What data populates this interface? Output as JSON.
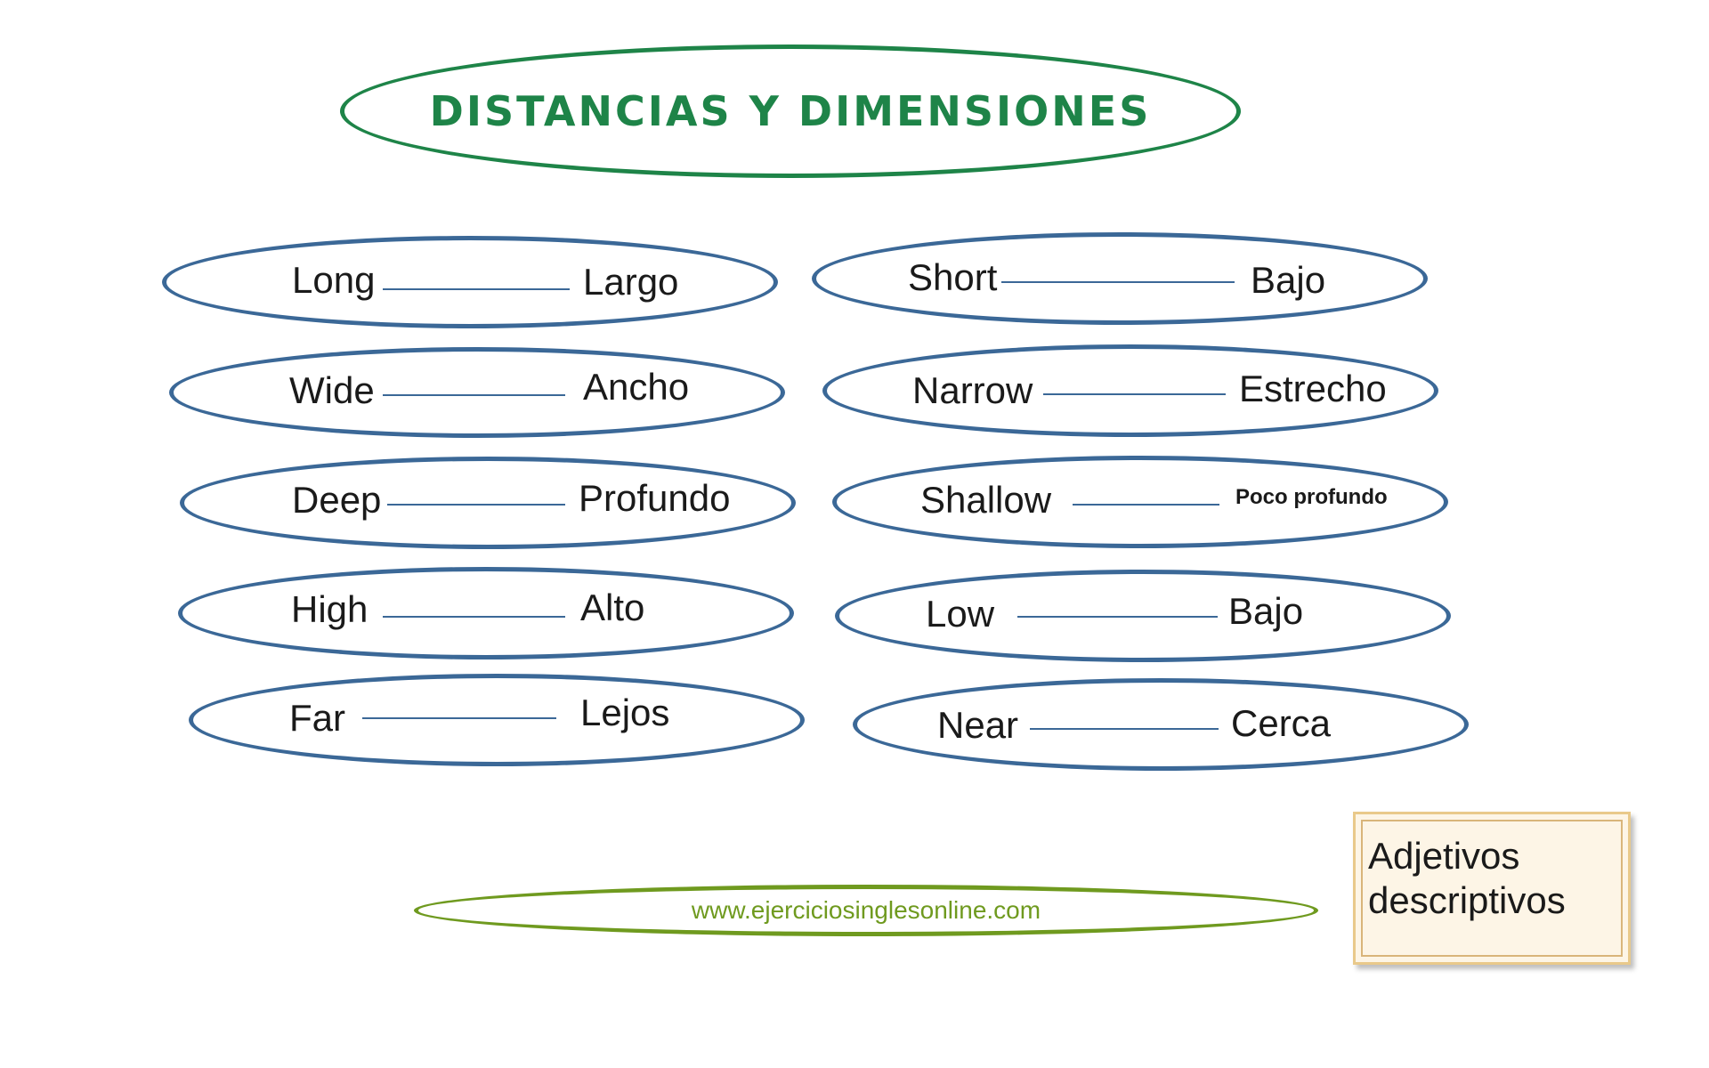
{
  "title": "DISTANCIAS Y DIMENSIONES",
  "colors": {
    "title": "#1e8448",
    "pair_oval": "#3b6897",
    "url": "#6f9a1f",
    "note_bg": "#fdf5e6",
    "note_border": "#e9c98a"
  },
  "pairs": [
    {
      "english": "Long",
      "spanish": "Largo"
    },
    {
      "english": "Wide",
      "spanish": "Ancho"
    },
    {
      "english": "Deep",
      "spanish": "Profundo"
    },
    {
      "english": "High",
      "spanish": "Alto"
    },
    {
      "english": "Far",
      "spanish": "Lejos"
    },
    {
      "english": "Short",
      "spanish": "Bajo"
    },
    {
      "english": "Narrow",
      "spanish": "Estrecho"
    },
    {
      "english": "Shallow",
      "spanish": "Poco profundo"
    },
    {
      "english": "Low",
      "spanish": "Bajo"
    },
    {
      "english": "Near",
      "spanish": "Cerca"
    }
  ],
  "website": "www.ejerciciosinglesonline.com",
  "note": {
    "line1": "Adjetivos",
    "line2": "descriptivos"
  }
}
